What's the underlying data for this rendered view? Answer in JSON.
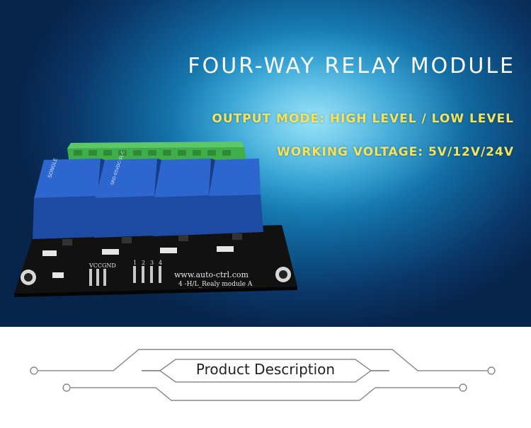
{
  "banner": {
    "headline": "FOUR-WAY RELAY MODULE",
    "output_mode": "OUTPUT MODE: HIGH LEVEL / LOW LEVEL",
    "working_voltage": "WORKING VOLTAGE: 5V/12V/24V"
  },
  "board": {
    "website": "www.auto-ctrl.com",
    "model": "4 -H/L_Realy module A",
    "vcc_label": "VCC",
    "gnd_label": "GND",
    "channel_numbers": [
      "1",
      "2",
      "3",
      "4"
    ],
    "relay_brand": "SONGLE",
    "relay_part": "SRD-05VDC-SL-C"
  },
  "section": {
    "title": "Product Description"
  },
  "colors": {
    "headline": "#ffffff",
    "spec_text": "#f2e35a",
    "terminal_green": "#3fae49",
    "relay_blue": "#2356b8",
    "pcb_black": "#111111",
    "circuit_gray": "#888888"
  }
}
